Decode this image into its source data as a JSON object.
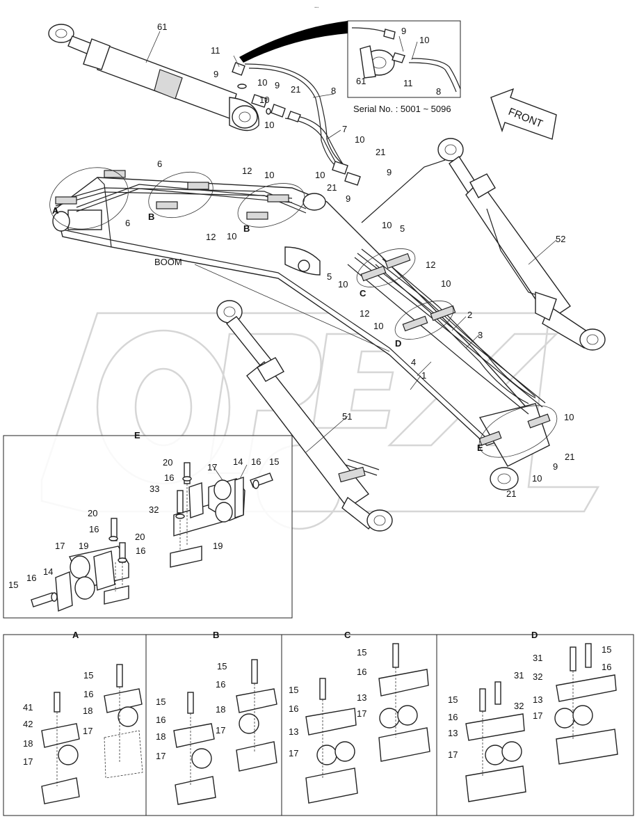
{
  "watermark": "OPEX",
  "serial_note": "Serial No. : 5001 ~ 5096",
  "front_label": "FRONT",
  "boom_label": "BOOM",
  "detail_letters": [
    "A",
    "B",
    "C",
    "D",
    "E"
  ],
  "callouts": {
    "c61": "61",
    "c52": "52",
    "c51": "51",
    "c1": "1",
    "c2": "2",
    "c3": "3",
    "c4": "4",
    "c5": "5",
    "c6": "6",
    "c7": "7",
    "c8": "8",
    "c9": "9",
    "c10": "10",
    "c11": "11",
    "c12": "12",
    "c13": "13",
    "c14": "14",
    "c15": "15",
    "c16": "16",
    "c17": "17",
    "c18": "18",
    "c19": "19",
    "c20": "20",
    "c21": "21",
    "c31": "31",
    "c32": "32",
    "c33": "33",
    "c41": "41",
    "c42": "42"
  }
}
